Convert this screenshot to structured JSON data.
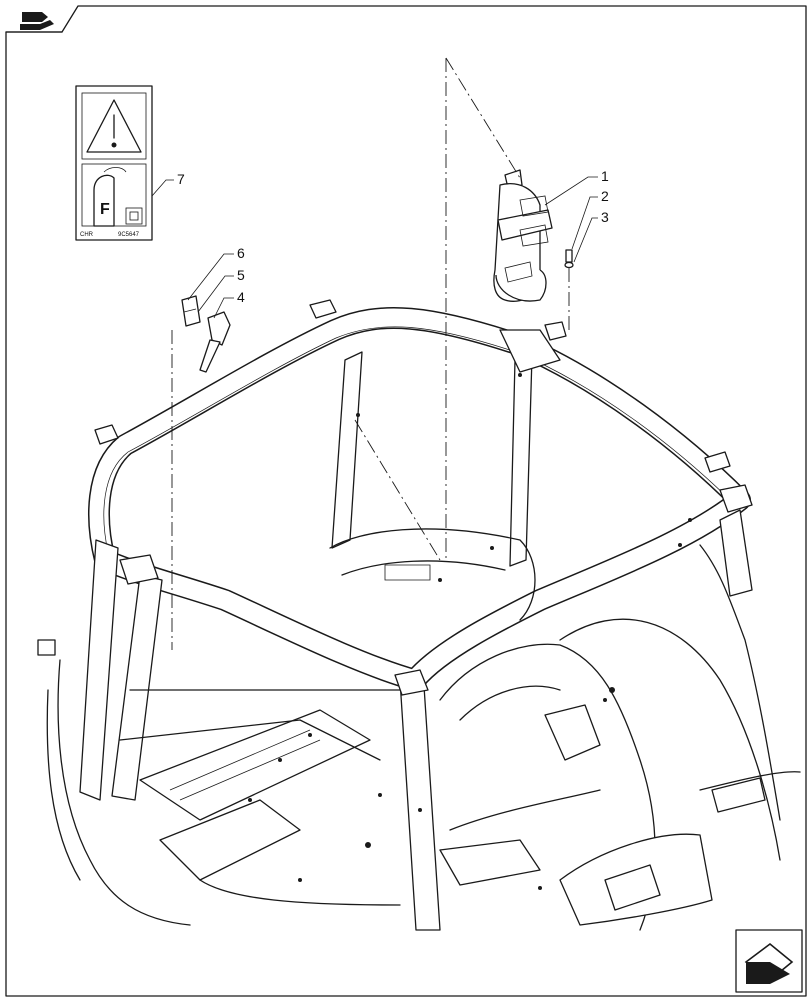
{
  "callouts": [
    {
      "id": "c1",
      "label": "1"
    },
    {
      "id": "c2",
      "label": "2"
    },
    {
      "id": "c3",
      "label": "3"
    },
    {
      "id": "c4",
      "label": "4"
    },
    {
      "id": "c5",
      "label": "5"
    },
    {
      "id": "c6",
      "label": "6"
    },
    {
      "id": "c7",
      "label": "7"
    }
  ],
  "decal": {
    "footer_left": "CHR",
    "footer_right": "9C5647",
    "extinguisher_letter": "F"
  },
  "icons": {
    "top_left": "book-arrow-icon",
    "bottom_right": "next-page-arrow-icon"
  }
}
